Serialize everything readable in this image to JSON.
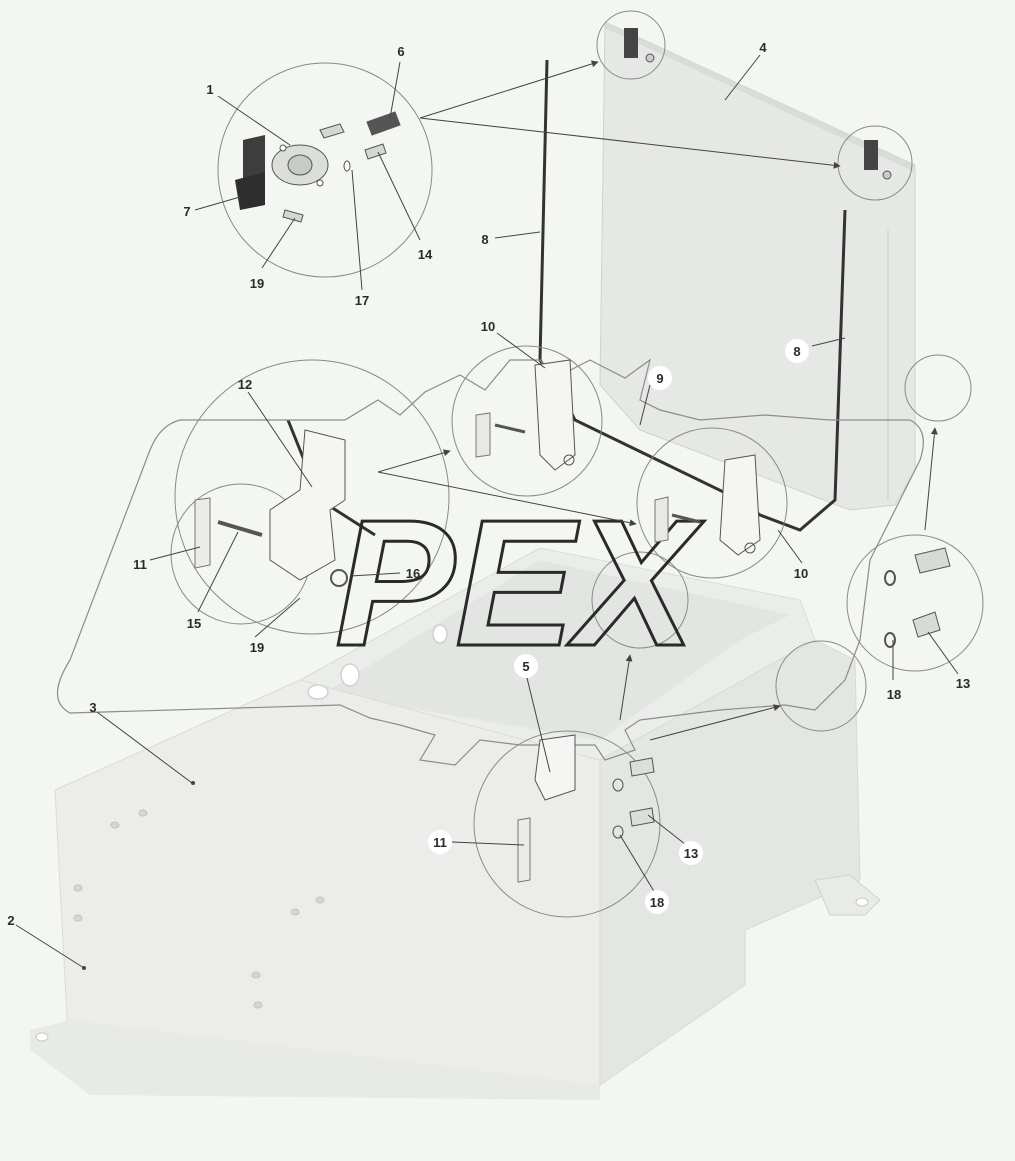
{
  "watermark": "PEX",
  "labels": {
    "l1": "1",
    "l2": "2",
    "l3": "3",
    "l4": "4",
    "l5": "5",
    "l6": "6",
    "l7": "7",
    "l8a": "8",
    "l8b": "8",
    "l9": "9",
    "l10a": "10",
    "l10b": "10",
    "l11a": "11",
    "l11b": "11",
    "l12": "12",
    "l13a": "13",
    "l13b": "13",
    "l14": "14",
    "l15": "15",
    "l16": "16",
    "l17": "17",
    "l18a": "18",
    "l18b": "18",
    "l19a": "19",
    "l19b": "19"
  }
}
